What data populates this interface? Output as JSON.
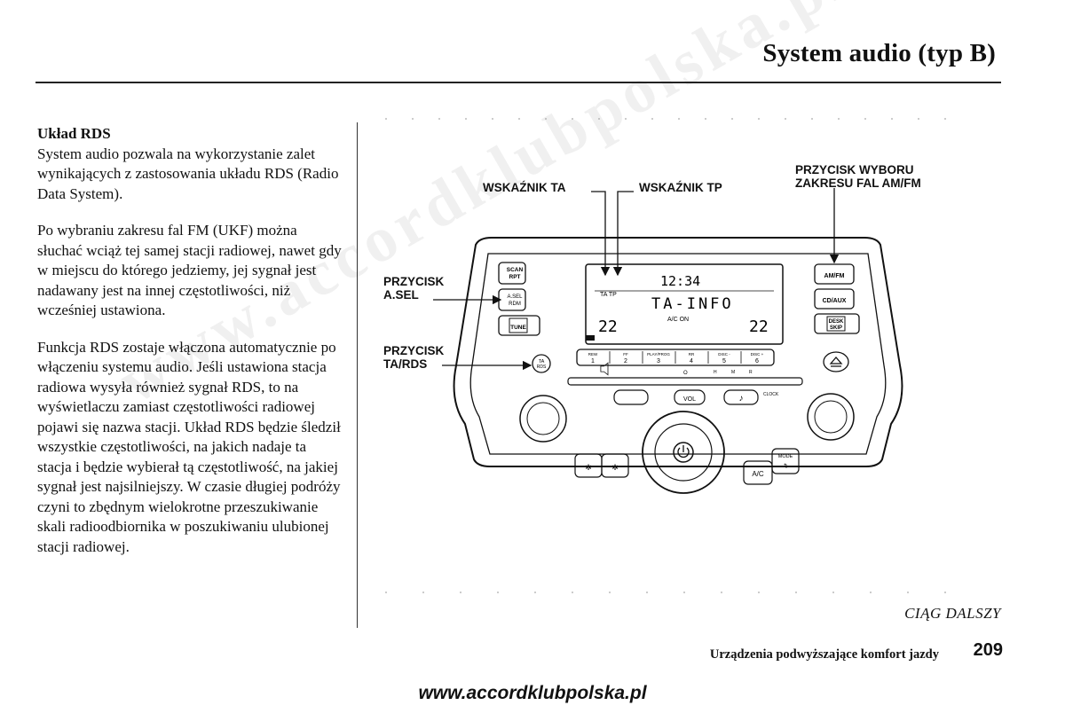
{
  "header": {
    "title": "System audio (typ B)"
  },
  "body": {
    "section_heading": "Układ RDS",
    "paragraphs": [
      "System audio pozwala na wykorzystanie zalet wynikających z zastosowania układu RDS (Radio Data System).",
      "Po wybraniu zakresu fal FM (UKF) można słuchać wciąż tej samej stacji radiowej, nawet gdy w miejscu do którego jedziemy, jej sygnał jest nadawany jest na innej częstotliwości, niż wcześniej ustawiona.",
      "Funkcja RDS zostaje włączona automatycznie po włączeniu systemu audio. Jeśli ustawiona stacja radiowa wysyła również sygnał RDS, to na wyświetlaczu zamiast częstotliwości radiowej pojawi się nazwa stacji. Układ RDS będzie śledził wszystkie częstotliwości, na jakich nadaje ta stacja i będzie wybierał tą częstotliwość, na jakiej sygnał jest najsilniejszy. W czasie długiej podróży czyni to zbędnym wielokrotne przeszukiwanie skali radioodbiornika w poszukiwaniu ulubionej stacji radiowej."
    ]
  },
  "diagram": {
    "callouts": {
      "ta_indicator": "WSKAŹNIK TA",
      "tp_indicator": "WSKAŹNIK TP",
      "band_button": "PRZYCISK WYBORU\nZAKRESU FAL AM/FM",
      "asel_button": "PRZYCISK\nA.SEL",
      "tards_button": "PRZYCISK\nTA/RDS"
    },
    "display": {
      "clock": "12:34",
      "ta_tp": "TA TP",
      "station_text": "TA-INFO",
      "left_temp": "22",
      "right_temp": "22",
      "ac_status": "A/C ON"
    },
    "buttons": {
      "scan": "SCAN",
      "rpt": "RPT",
      "asel": "A.SEL",
      "rdm": "RDM",
      "tune": "TUNE",
      "amfm": "AM/FM",
      "cdaux": "CD/AUX",
      "desk": "DESK",
      "skip": "SKIP",
      "ta": "TA",
      "rds": "RDS",
      "vol": "VOL",
      "clock": "CLOCK",
      "ac": "A/C",
      "mode": "MODE",
      "presets": [
        {
          "top": "REW",
          "num": "1"
        },
        {
          "top": "FF",
          "num": "2"
        },
        {
          "top": "PLAY/PROG",
          "num": "3"
        },
        {
          "top": "RR",
          "num": "4"
        },
        {
          "top": "DISC -",
          "num": "5"
        },
        {
          "top": "DISC +",
          "num": "6"
        }
      ],
      "tone_letters": [
        "H",
        "M",
        "R"
      ],
      "o_label": "O"
    }
  },
  "footer": {
    "continued": "CIĄG DALSZY",
    "section": "Urządzenia podwyższające komfort jazdy",
    "page_number": "209",
    "website": "www.accordklubpolska.pl"
  },
  "watermark": "www.accordklubpolska.pl"
}
